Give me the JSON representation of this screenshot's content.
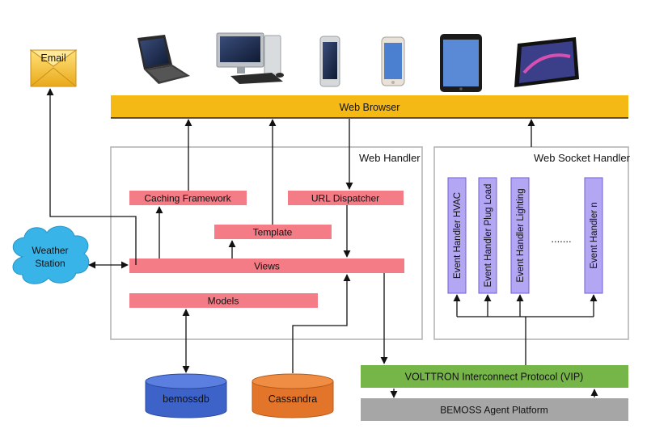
{
  "email": {
    "label": "Email"
  },
  "weather_station": {
    "label_line1": "Weather",
    "label_line2": "Station"
  },
  "web_browser": {
    "label": "Web Browser"
  },
  "web_handler": {
    "title": "Web Handler",
    "caching": "Caching Framework",
    "url_dispatcher": "URL Dispatcher",
    "template": "Template",
    "views": "Views",
    "models": "Models"
  },
  "web_socket_handler": {
    "title": "Web Socket Handler",
    "handlers": [
      "Event Handler HVAC",
      "Event Handler Plug Load",
      "Event Handler Lighting",
      "Event Handler n"
    ],
    "ellipsis": "......."
  },
  "databases": [
    "bemossdb",
    "Cassandra"
  ],
  "vip": {
    "label": "VOLTTRON Interconnect Protocol (VIP)"
  },
  "platform": {
    "label": "BEMOSS Agent Platform"
  },
  "devices": [
    "laptop-icon",
    "desktop-computer-icon",
    "smartphone-icon",
    "iphone-icon",
    "ipad-icon",
    "tablet-icon"
  ],
  "colors": {
    "web_browser": "#f5b916",
    "pink_block": "#f47c86",
    "event_handler": "#b3a6f2",
    "vip": "#76b547",
    "platform": "#a6a6a6",
    "bemossdb": "#3d63c9",
    "cassandra": "#e2752a",
    "weather": "#39b4e8",
    "email": "#f4c430"
  }
}
